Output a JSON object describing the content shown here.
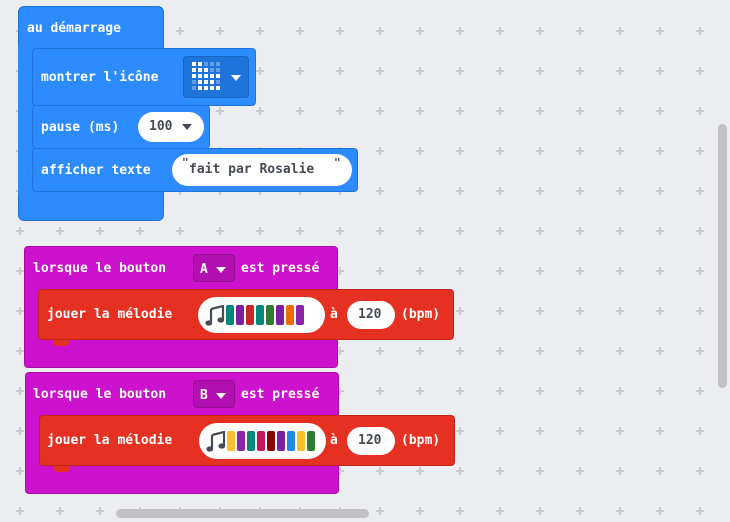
{
  "workspace": {
    "start_block": {
      "label": "au démarrage",
      "show_icon": {
        "label": "montrer l'icône",
        "icon": "heart-icon"
      },
      "pause": {
        "label": "pause (ms)",
        "value": "100"
      },
      "show_text": {
        "label": "afficher  texte",
        "open_quote": "\"",
        "value": "fait par Rosalie",
        "close_quote": "\""
      }
    },
    "button_blocks": [
      {
        "label_before": "lorsque le bouton",
        "button": "A",
        "label_after": "est pressé",
        "play": {
          "label": "jouer la mélodie",
          "icon": "music-note-icon",
          "notes": [
            "#00897b",
            "#7b1fa2",
            "#c62828",
            "#00897b",
            "#2e7d32",
            "#7b1fa2",
            "#ef6c00",
            "#8e24aa"
          ],
          "at_label": "à",
          "tempo": "120",
          "unit_label": "(bpm)"
        }
      },
      {
        "label_before": "lorsque le bouton",
        "button": "B",
        "label_after": "est pressé",
        "play": {
          "label": "jouer la mélodie",
          "icon": "music-note-icon",
          "notes": [
            "#fbc02d",
            "#8e24aa",
            "#00897b",
            "#c2185b",
            "#8b0000",
            "#7b1fa2",
            "#1e88e5",
            "#fbc02d",
            "#2e7d32"
          ],
          "at_label": "à",
          "tempo": "120",
          "unit_label": "(bpm)"
        }
      }
    ]
  },
  "colors": {
    "basic": "#2b8bff",
    "input": "#cc12cc",
    "music": "#e63022"
  }
}
